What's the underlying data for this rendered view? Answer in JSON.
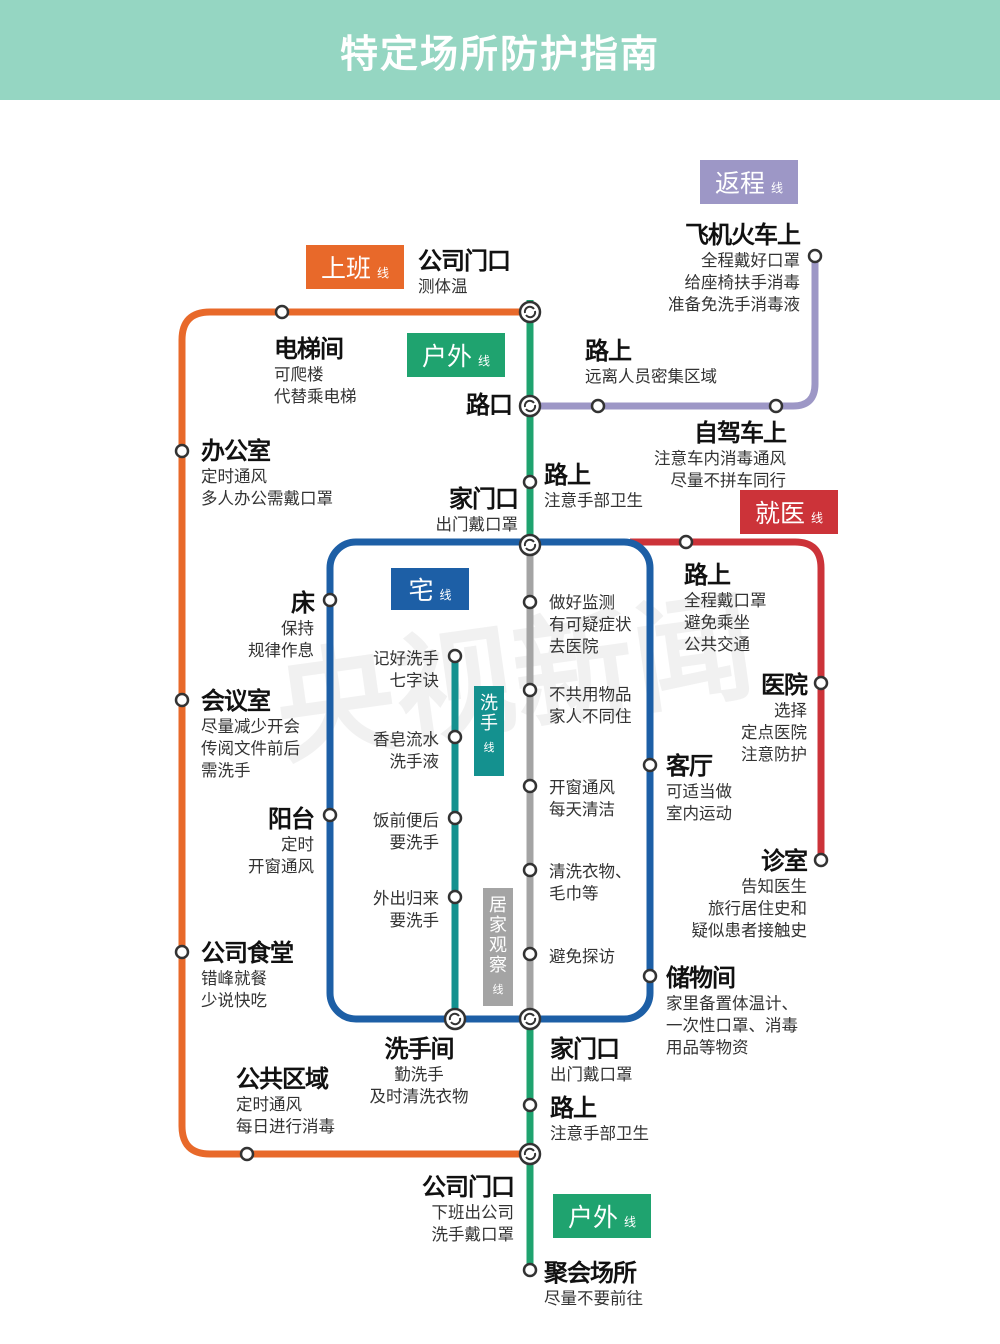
{
  "title": "特定场所防护指南",
  "colors": {
    "header": "#95d6c2",
    "work": "#e8692a",
    "return": "#9d97c6",
    "outdoor": "#1fa36f",
    "home": "#1d5fa6",
    "handwash": "#14918f",
    "observe": "#a4a4a4",
    "medical": "#cc3339"
  },
  "watermark": "央视新闻",
  "lines": {
    "work": {
      "name": "上班",
      "suffix": "线"
    },
    "return": {
      "name": "返程",
      "suffix": "线"
    },
    "outdoor_top": {
      "name": "户外",
      "suffix": "线"
    },
    "outdoor_bottom": {
      "name": "户外",
      "suffix": "线"
    },
    "home": {
      "name": "宅",
      "suffix": "线"
    },
    "handwash": {
      "name": "洗手",
      "suffix": "线"
    },
    "observe": {
      "name": "居家观察",
      "suffix": "线"
    },
    "medical": {
      "name": "就医",
      "suffix": "线"
    }
  },
  "stations": {
    "company_gate_top": {
      "title": "公司门口",
      "lines": [
        "测体温"
      ]
    },
    "plane_train": {
      "title": "飞机火车上",
      "lines": [
        "全程戴好口罩",
        "给座椅扶手消毒",
        "准备免洗手消毒液"
      ]
    },
    "elevator": {
      "title": "电梯间",
      "lines": [
        "可爬楼",
        "代替乘电梯"
      ]
    },
    "road_far": {
      "title": "路上",
      "lines": [
        "远离人员密集区域"
      ]
    },
    "crossing": {
      "title": "路口",
      "lines": []
    },
    "office": {
      "title": "办公室",
      "lines": [
        "定时通风",
        "多人办公需戴口罩"
      ]
    },
    "self_drive": {
      "title": "自驾车上",
      "lines": [
        "注意车内消毒通风",
        "尽量不拼车同行"
      ]
    },
    "road_hands_top": {
      "title": "路上",
      "lines": [
        "注意手部卫生"
      ]
    },
    "home_door_top": {
      "title": "家门口",
      "lines": [
        "出门戴口罩"
      ]
    },
    "road_mask": {
      "title": "路上",
      "lines": [
        "全程戴口罩",
        "避免乘坐",
        "公共交通"
      ]
    },
    "bed": {
      "title": "床",
      "lines": [
        "保持",
        "规律作息"
      ]
    },
    "hospital": {
      "title": "医院",
      "lines": [
        "选择",
        "定点医院",
        "注意防护"
      ]
    },
    "meeting": {
      "title": "会议室",
      "lines": [
        "尽量减少开会",
        "传阅文件前后",
        "需洗手"
      ]
    },
    "living": {
      "title": "客厅",
      "lines": [
        "可适当做",
        "室内运动"
      ]
    },
    "balcony": {
      "title": "阳台",
      "lines": [
        "定时",
        "开窗通风"
      ]
    },
    "clinic": {
      "title": "诊室",
      "lines": [
        "告知医生",
        "旅行居住史和",
        "疑似患者接触史"
      ]
    },
    "canteen": {
      "title": "公司食堂",
      "lines": [
        "错峰就餐",
        "少说快吃"
      ]
    },
    "storage": {
      "title": "储物间",
      "lines": [
        "家里备置体温计、",
        "一次性口罩、消毒",
        "用品等物资"
      ]
    },
    "washroom": {
      "title": "洗手间",
      "lines": [
        "勤洗手",
        "及时清洗衣物"
      ]
    },
    "home_door_bottom": {
      "title": "家门口",
      "lines": [
        "出门戴口罩"
      ]
    },
    "public_area": {
      "title": "公共区域",
      "lines": [
        "定时通风",
        "每日进行消毒"
      ]
    },
    "road_hands_bottom": {
      "title": "路上",
      "lines": [
        "注意手部卫生"
      ]
    },
    "company_gate_bottom": {
      "title": "公司门口",
      "lines": [
        "下班出公司",
        "洗手戴口罩"
      ]
    },
    "gathering": {
      "title": "聚会场所",
      "lines": [
        "尽量不要前往"
      ]
    }
  },
  "handwash_stops": [
    {
      "lines": [
        "记好洗手",
        "七字诀"
      ]
    },
    {
      "lines": [
        "香皂流水",
        "洗手液"
      ]
    },
    {
      "lines": [
        "饭前便后",
        "要洗手"
      ]
    },
    {
      "lines": [
        "外出归来",
        "要洗手"
      ]
    }
  ],
  "observe_stops": [
    {
      "lines": [
        "做好监测",
        "有可疑症状",
        "去医院"
      ]
    },
    {
      "lines": [
        "不共用物品",
        "家人不同住"
      ]
    },
    {
      "lines": [
        "开窗通风",
        "每天清洁"
      ]
    },
    {
      "lines": [
        "清洗衣物、",
        "毛巾等"
      ]
    },
    {
      "lines": [
        "避免探访"
      ]
    }
  ]
}
